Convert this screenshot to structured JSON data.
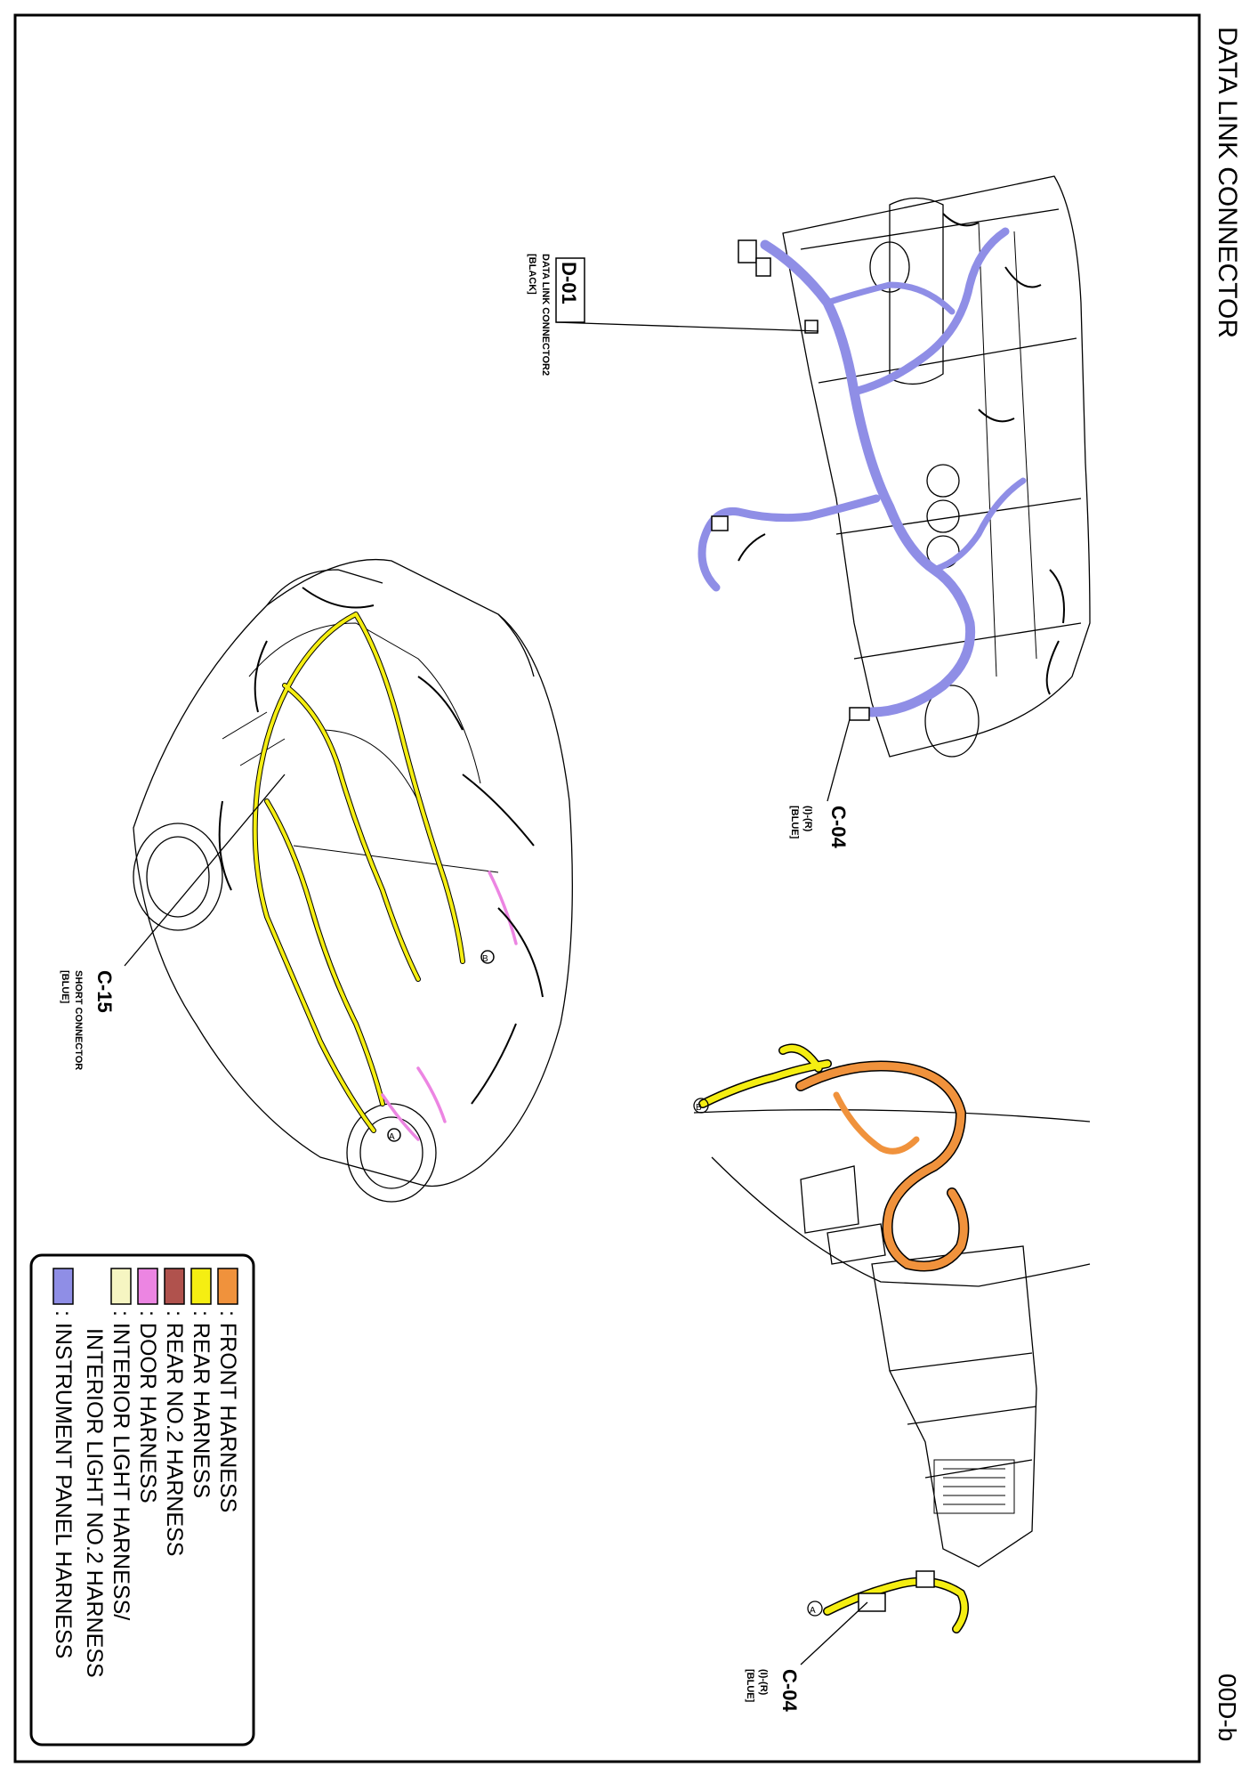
{
  "page": {
    "title": "DATA LINK CONNECTOR",
    "code": "00D-b"
  },
  "connectors": [
    {
      "id": "D-01",
      "name": "DATA LINK CONNECTOR2",
      "color": "[BLACK]"
    },
    {
      "id": "C-04",
      "name": "(I)-(R)",
      "color": "[BLUE]"
    },
    {
      "id": "C-15",
      "name": "SHORT CONNECTOR",
      "color": "[BLUE]"
    },
    {
      "id": "C-04",
      "name": "(I)-(R)",
      "color": "[BLUE]"
    }
  ],
  "markers": [
    "A",
    "B",
    "B",
    "A"
  ],
  "legend": [
    {
      "label": ": FRONT HARNESS",
      "color": "#f0923c"
    },
    {
      "label": ": REAR HARNESS",
      "color": "#f5ee12"
    },
    {
      "label": ": REAR NO.2 HARNESS",
      "color": "#b0524d"
    },
    {
      "label": ": DOOR HARNESS",
      "color": "#ec85e2"
    },
    {
      "label": ": INTERIOR LIGHT HARNESS/",
      "label2": "INTERIOR LIGHT NO.2 HARNESS",
      "color": "#f6f5c2"
    },
    {
      "label": ": INSTRUMENT PANEL HARNESS",
      "color": "#8f8ee6"
    }
  ],
  "colors": {
    "front": "#f0923c",
    "rear": "#f5ee12",
    "instrument": "#8f8ee6",
    "door": "#ec85e2"
  }
}
